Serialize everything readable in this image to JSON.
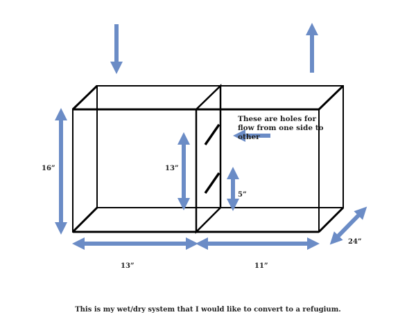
{
  "labels": {
    "height_total": "16”",
    "height_divider": "13”",
    "hole_height": "5”",
    "width_left": "13”",
    "width_right": "11”",
    "depth": "24”"
  },
  "note": "These are holes for flow from one side to other",
  "caption": "This is my wet/dry system that I would like to convert to a refugium.",
  "colors": {
    "arrow": "#6b8cc6",
    "frame": "#000000"
  }
}
